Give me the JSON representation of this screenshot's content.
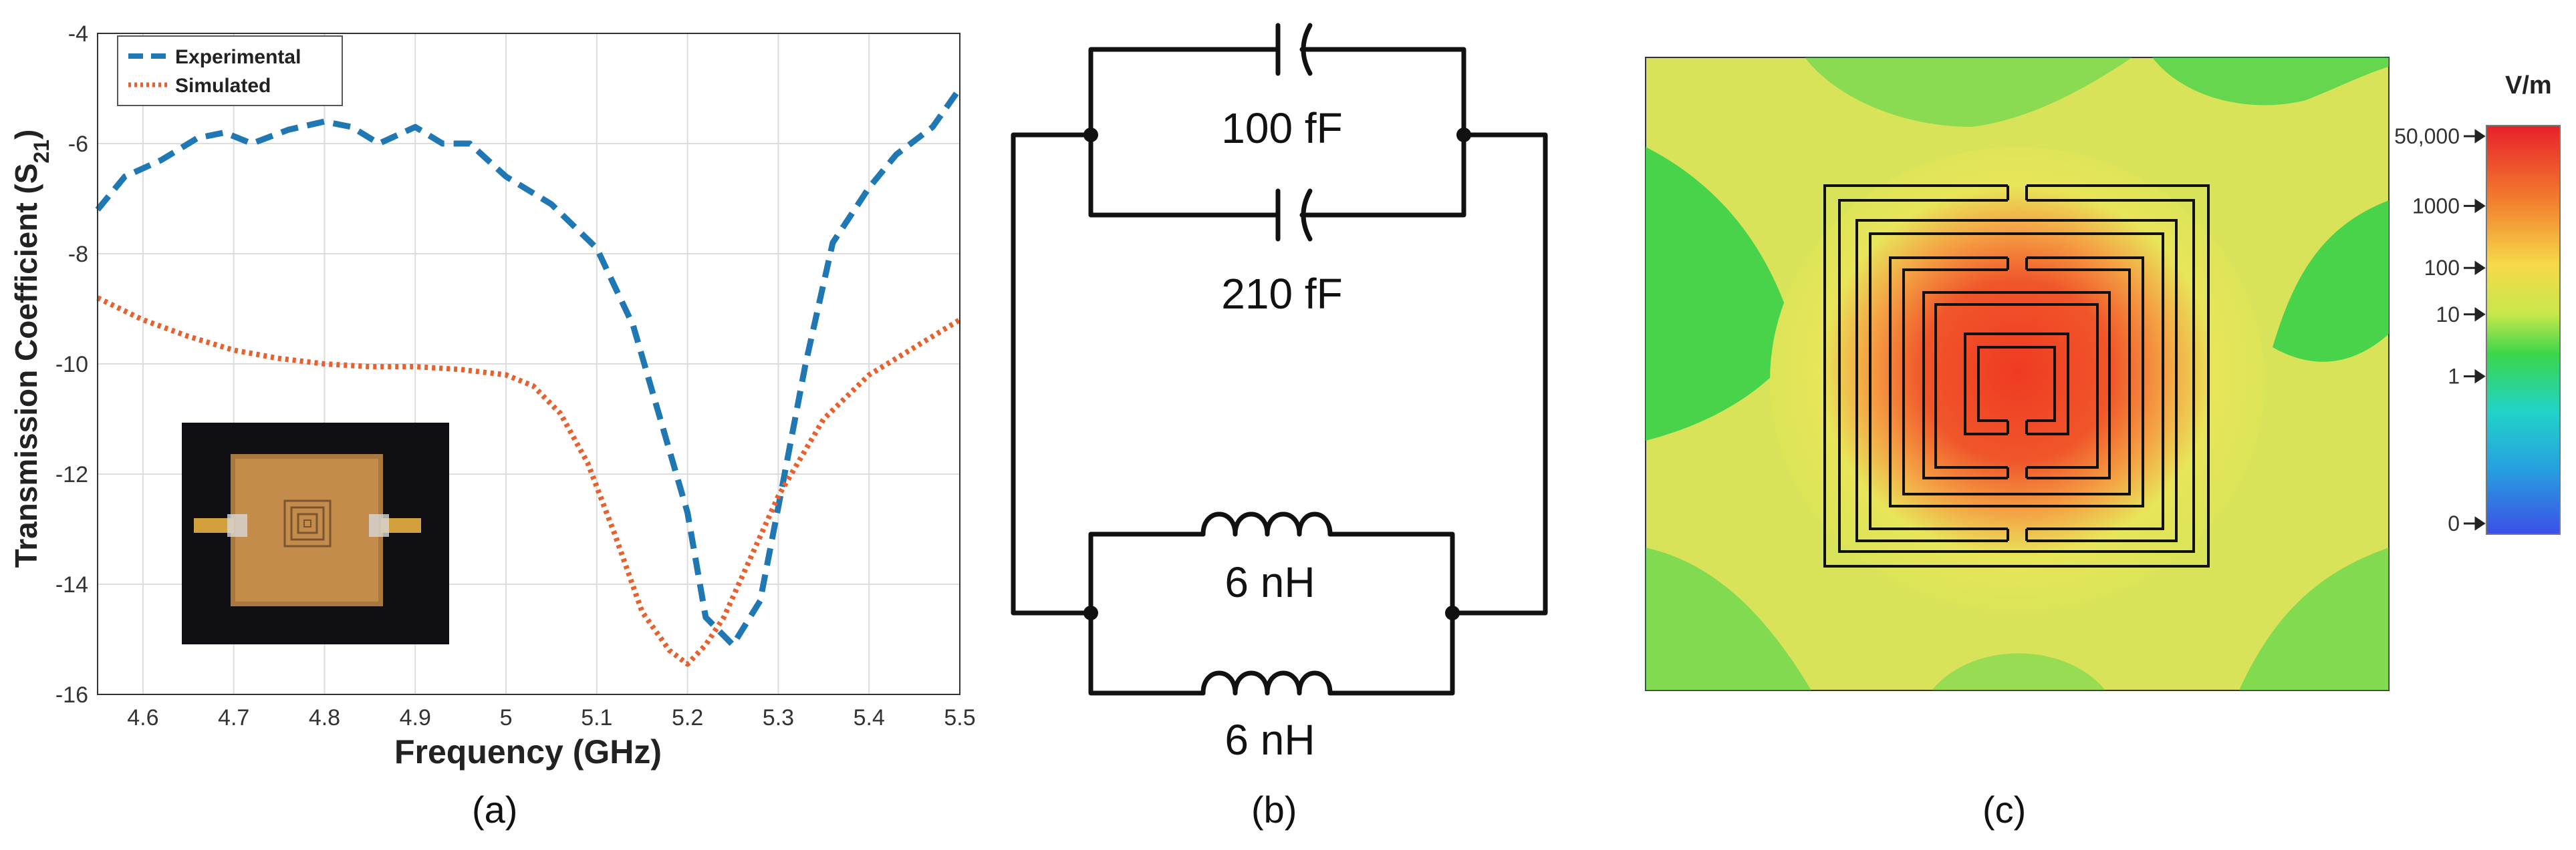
{
  "chart_data": [
    {
      "type": "line",
      "panel_label": "(a)",
      "xlabel": "Frequency (GHz)",
      "ylabel_main": "Transmission Coefficient (S",
      "ylabel_sub": "21",
      "ylabel_close": ")",
      "xlim": [
        4.55,
        5.5
      ],
      "ylim": [
        -16,
        -4
      ],
      "x_ticks": [
        4.6,
        4.7,
        4.8,
        4.9,
        5,
        5.1,
        5.2,
        5.3,
        5.4,
        5.5
      ],
      "x_tick_labels": [
        "4.6",
        "4.7",
        "4.8",
        "4.9",
        "5",
        "5.1",
        "5.2",
        "5.3",
        "5.4",
        "5.5"
      ],
      "y_ticks": [
        -16,
        -14,
        -12,
        -10,
        -8,
        -6,
        -4
      ],
      "y_tick_labels": [
        "-16",
        "-14",
        "-12",
        "-10",
        "-8",
        "-6",
        "-4"
      ],
      "grid": true,
      "legend_position": "top-left",
      "series": [
        {
          "name": "Experimental",
          "color": "#1f77b4",
          "style": "dashed",
          "x": [
            4.55,
            4.58,
            4.62,
            4.66,
            4.69,
            4.72,
            4.76,
            4.8,
            4.83,
            4.86,
            4.9,
            4.93,
            4.96,
            5.0,
            5.05,
            5.1,
            5.14,
            5.17,
            5.2,
            5.22,
            5.25,
            5.28,
            5.3,
            5.33,
            5.36,
            5.4,
            5.43,
            5.47,
            5.5
          ],
          "y": [
            -7.2,
            -6.6,
            -6.3,
            -5.9,
            -5.8,
            -6.0,
            -5.75,
            -5.6,
            -5.7,
            -6.0,
            -5.7,
            -6.0,
            -6.0,
            -6.6,
            -7.1,
            -7.9,
            -9.3,
            -11.0,
            -12.7,
            -14.6,
            -15.1,
            -14.3,
            -12.6,
            -10.0,
            -7.8,
            -6.8,
            -6.2,
            -5.7,
            -5.0
          ]
        },
        {
          "name": "Simulated",
          "color": "#e8602c",
          "style": "dotted",
          "x": [
            4.55,
            4.6,
            4.65,
            4.7,
            4.75,
            4.8,
            4.85,
            4.9,
            4.95,
            5.0,
            5.03,
            5.06,
            5.09,
            5.12,
            5.15,
            5.18,
            5.2,
            5.22,
            5.24,
            5.27,
            5.3,
            5.35,
            5.4,
            5.45,
            5.5
          ],
          "y": [
            -8.8,
            -9.2,
            -9.5,
            -9.75,
            -9.9,
            -10.0,
            -10.05,
            -10.05,
            -10.1,
            -10.2,
            -10.4,
            -10.9,
            -11.8,
            -13.1,
            -14.5,
            -15.2,
            -15.45,
            -15.1,
            -14.6,
            -13.5,
            -12.4,
            -11.0,
            -10.2,
            -9.7,
            -9.2
          ]
        }
      ],
      "inset": {
        "description_icon": "device-photo-icon"
      }
    },
    {
      "type": "diagram",
      "panel_label": "(b)",
      "labels": {
        "cap_top": "100 fF",
        "cap_bottom": "210 fF",
        "ind_top": "6 nH",
        "ind_bottom": "6 nH"
      }
    },
    {
      "type": "heatmap",
      "panel_label": "(c)",
      "unit": "V/m",
      "colorbar_ticks": [
        "50,000",
        "1000",
        "100",
        "10",
        "1",
        "0"
      ],
      "colorbar_colors": [
        "#e8202a",
        "#f27c2e",
        "#f6d94a",
        "#c8e84b",
        "#3ad64a",
        "#22d3c8",
        "#27a0e0",
        "#3c4fe6"
      ]
    }
  ]
}
